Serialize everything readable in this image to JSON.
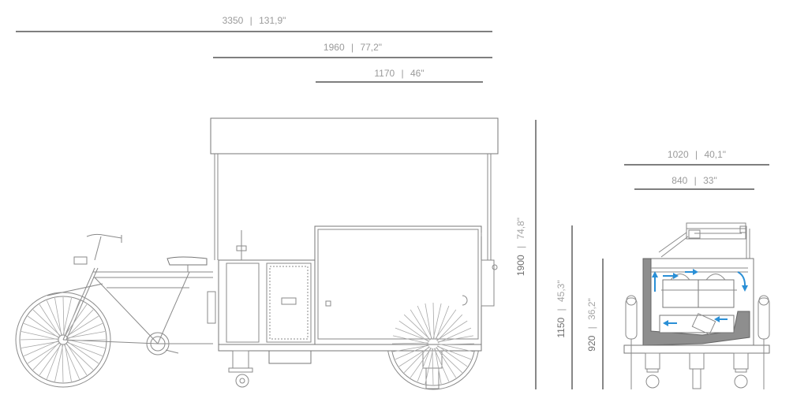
{
  "dimensions": {
    "total_length": {
      "mm": "3350",
      "sep": "|",
      "in": "131,9\""
    },
    "body_length": {
      "mm": "1960",
      "sep": "|",
      "in": "77,2\""
    },
    "cabinet_length": {
      "mm": "1170",
      "sep": "|",
      "in": "46\""
    },
    "total_height": {
      "mm": "1900",
      "sep": "|",
      "in": "74,8\""
    },
    "counter_height": {
      "mm": "1150",
      "sep": "|",
      "in": "45,3\""
    },
    "box_height": {
      "mm": "920",
      "sep": "|",
      "in": "36,2\""
    },
    "total_width": {
      "mm": "1020",
      "sep": "|",
      "in": "40,1\""
    },
    "box_width": {
      "mm": "840",
      "sep": "|",
      "in": "33\""
    }
  },
  "colors": {
    "line": "#8a8a8a",
    "airflow_arrow": "#2a8fd6",
    "insulation": "#8e8e8e"
  },
  "icons": [
    "side-view-cargo-bike",
    "front-section-view",
    "airflow-arrows"
  ]
}
